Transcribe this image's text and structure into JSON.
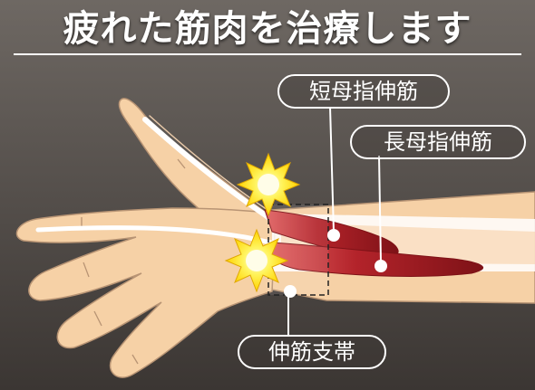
{
  "title": "疲れた筋肉を治療します",
  "labels": {
    "muscle_short": "短母指伸筋",
    "muscle_long": "長母指伸筋",
    "retinaculum": "伸筋支帯"
  },
  "colors": {
    "background_top": "#6e6863",
    "background_bottom": "#3b3633",
    "skin": "#f6d1a6",
    "muscle": "#a81c20",
    "tendon": "#ffffff",
    "burst": "#ffe600"
  },
  "icons": [
    "pain-burst-icon",
    "pain-burst-icon"
  ]
}
